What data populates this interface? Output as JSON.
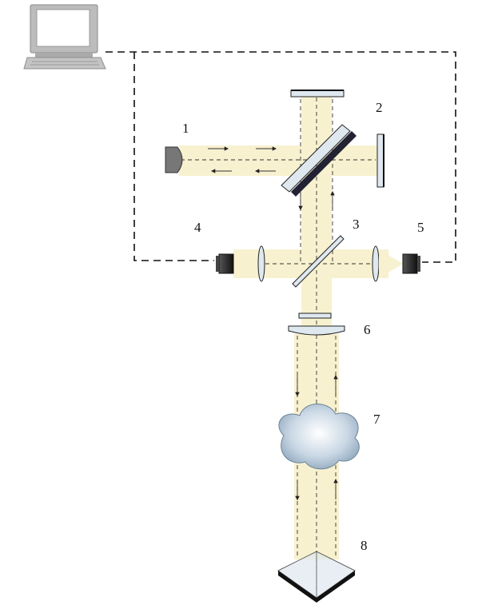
{
  "figure": {
    "labels": [
      "1",
      "2",
      "3",
      "4",
      "5",
      "6",
      "7",
      "8"
    ]
  },
  "icons": {
    "computer": "computer-icon",
    "cloud": "cloud-icon"
  },
  "colors": {
    "beam": "#f7f1cf",
    "optic": "#dfe8ef",
    "line": "#111111"
  }
}
